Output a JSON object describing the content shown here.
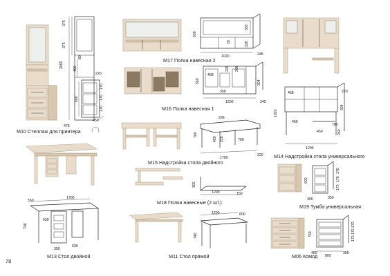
{
  "page_number": "78",
  "captions": {
    "m10": "M10 Стеллаж для принтера",
    "m17": "M17 Полка навесная 2",
    "m16": "M16 Полка навесная 1",
    "m15": "M15 Надстройка стола двойного",
    "m14": "M14 Надстройка стола универсального",
    "m18": "M18 Полки навесные (2 шт.)",
    "m19": "M19 Тумба универсальная",
    "m13": "M13 Стол двойной",
    "m11": "M11 Стол прямой",
    "m06": "M06 Комод"
  },
  "dims": {
    "m10": [
      "375",
      "375",
      "2000",
      "80",
      "400",
      "220",
      "600",
      "170",
      "170",
      "170",
      "475",
      "450"
    ],
    "m17": [
      "500",
      "302",
      "20",
      "220",
      "1020",
      "245"
    ],
    "m16": [
      "560",
      "468",
      "226",
      "208",
      "304",
      "350",
      "1200",
      "245"
    ],
    "m15": [
      "236",
      "700",
      "450",
      "220",
      "700",
      "1700",
      "220"
    ],
    "m14": [
      "468",
      "220",
      "1020",
      "304",
      "460",
      "450",
      "1200",
      "260",
      "700"
    ],
    "m18": [
      "300",
      "1200",
      "150"
    ],
    "m19": [
      "600",
      "170",
      "170",
      "170",
      "450",
      "350"
    ],
    "m13": [
      "1700",
      "550",
      "740",
      "630",
      "350",
      "630"
    ],
    "m11": [
      "1200",
      "600",
      "740"
    ],
    "m06": [
      "760",
      "170",
      "170",
      "170",
      "450",
      "800",
      "350"
    ]
  }
}
